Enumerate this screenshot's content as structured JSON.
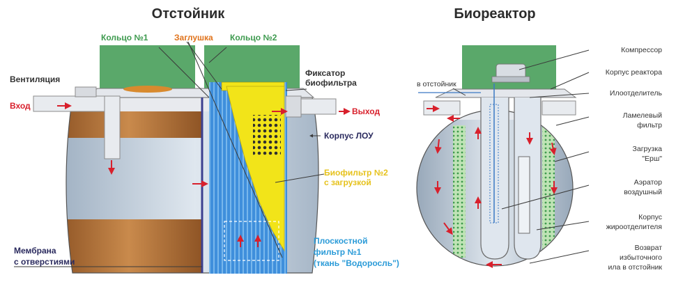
{
  "settler": {
    "title": "Отстойник",
    "ring1": "Кольцо №1",
    "plug": "Заглушка",
    "ring2": "Кольцо №2",
    "ventilation": "Вентиляция",
    "inlet": "Вход",
    "outlet": "Выход",
    "fixer_l1": "Фиксатор",
    "fixer_l2": "биофильтра",
    "body": "Корпус ЛОУ",
    "biofilter2_l1": "Биофильтр №2",
    "biofilter2_l2": "с загрузкой",
    "flat_filter_l1": "Плоскостной",
    "flat_filter_l2": "фильтр №1",
    "flat_filter_l3": "(ткань \"Водоросль\")",
    "membrane_l1": "Мембрана",
    "membrane_l2": "с отверстиями"
  },
  "bioreactor": {
    "title": "Биореактор",
    "to_settler": "в отстойник",
    "compressor": "Компрессор",
    "reactor_body": "Корпус реактора",
    "sludge_separator": "Илоотделитель",
    "lamella_l1": "Ламелевый",
    "lamella_l2": "фильтр",
    "loading_l1": "Загрузка",
    "loading_l2": "\"Ерш\"",
    "aerator_l1": "Аэратор",
    "aerator_l2": "воздушный",
    "grease_l1": "Корпус",
    "grease_l2": "жироотделителя",
    "return_l1": "Возврат",
    "return_l2": "избыточного",
    "return_l3": "ила в отстойник"
  },
  "colors": {
    "green_ring": "#5aa86a",
    "brown_sludge": "#b5733a",
    "grey_water": "#c9d6e3",
    "yellow_biofilter": "#f2e419",
    "blue_filter": "#2f8fe0",
    "arrow_red": "#d8202c"
  }
}
